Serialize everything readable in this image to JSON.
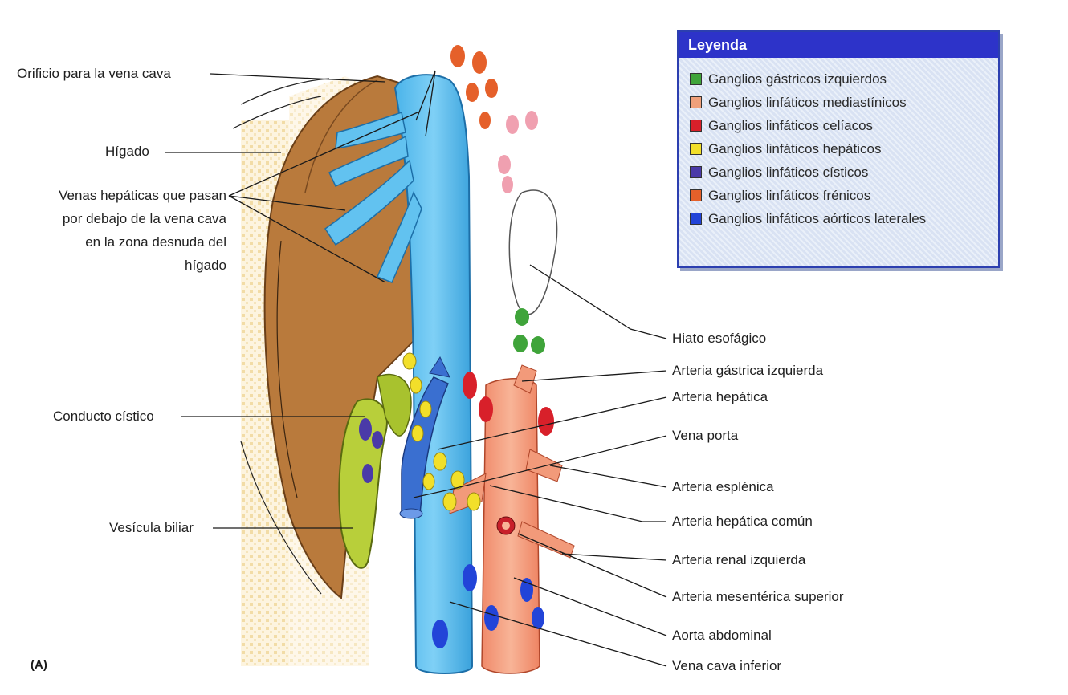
{
  "legend": {
    "title": "Leyenda",
    "items": [
      {
        "label": "Ganglios gástricos izquierdos",
        "color": "#3fa43a"
      },
      {
        "label": "Ganglios linfáticos mediastínicos",
        "color": "#f0a07a"
      },
      {
        "label": "Ganglios linfáticos celíacos",
        "color": "#d8202a"
      },
      {
        "label": "Ganglios linfáticos hepáticos",
        "color": "#f2df2a"
      },
      {
        "label": "Ganglios linfáticos císticos",
        "color": "#4a3aa8"
      },
      {
        "label": "Ganglios linfáticos frénicos",
        "color": "#e5602a"
      },
      {
        "label": "Ganglios linfáticos aórticos laterales",
        "color": "#2244d8"
      }
    ]
  },
  "labels": {
    "orificio": "Orificio para la vena cava",
    "higado": "Hígado",
    "venas_l1": "Venas hepáticas que pasan",
    "venas_l2": "por debajo de la vena cava",
    "venas_l3": "en la zona desnuda del",
    "venas_l4": "hígado",
    "conducto": "Conducto cístico",
    "vesicula": "Vesícula biliar",
    "hiato": "Hiato esofágico",
    "gastrica": "Arteria gástrica izquierda",
    "hepatica": "Arteria hepática",
    "porta": "Vena porta",
    "esplenica": "Arteria esplénica",
    "hepatica_comun": "Arteria hepática común",
    "renal": "Arteria renal izquierda",
    "mesenterica": "Arteria mesentérica superior",
    "aorta": "Aorta abdominal",
    "cava": "Vena cava inferior"
  },
  "panel_letter": "(A)"
}
